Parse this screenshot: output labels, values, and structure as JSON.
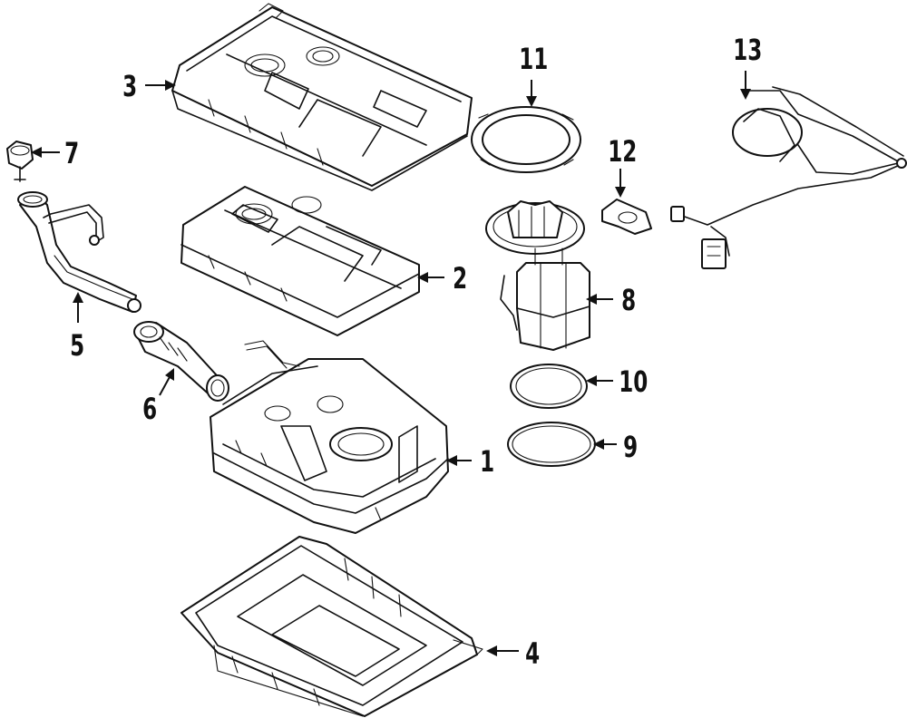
{
  "callouts": {
    "p1": "1",
    "p2": "2",
    "p3": "3",
    "p4": "4",
    "p5": "5",
    "p6": "6",
    "p7": "7",
    "p8": "8",
    "p9": "9",
    "p10": "10",
    "p11": "11",
    "p12": "12",
    "p13": "13"
  }
}
